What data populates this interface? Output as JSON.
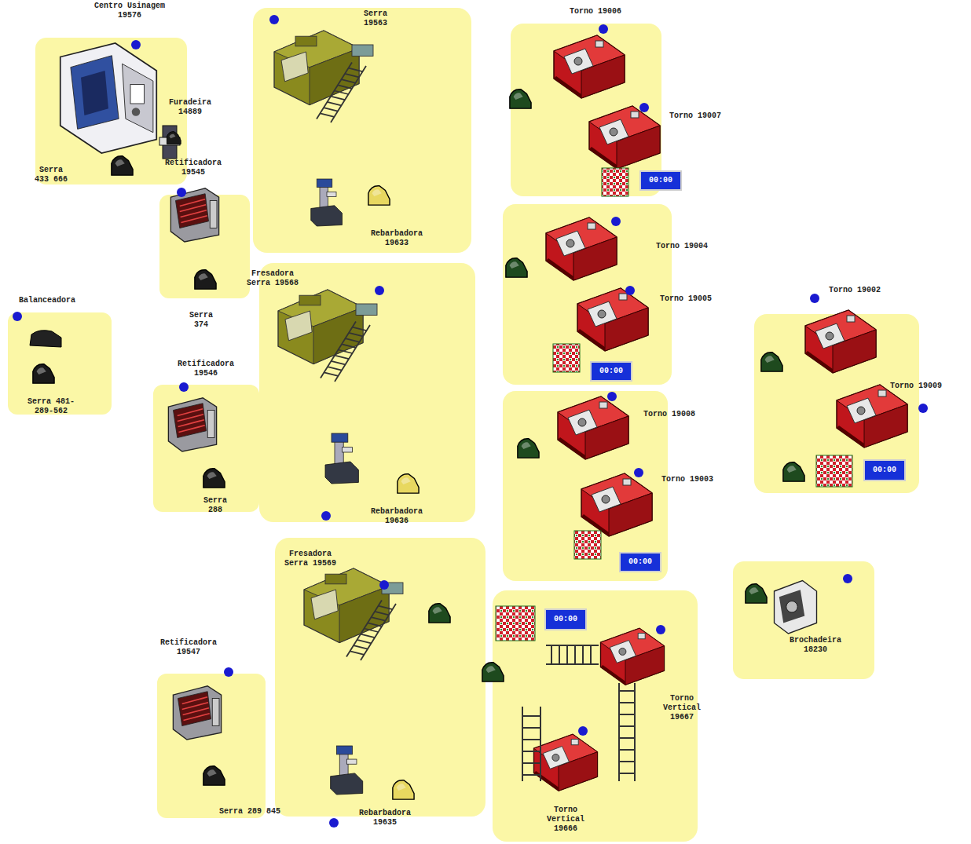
{
  "diagram": {
    "nodes": [
      {
        "text": [
          "Centro Usinagem 19576",
          "Furadeira 14889",
          "Serra 433 666"
        ]
      },
      {
        "text": [
          "Serra 19563",
          "Rebarbadora 19633"
        ]
      },
      {
        "text": [
          "Torno 19006",
          "Torno 19007",
          "00:00"
        ]
      },
      {
        "text": [
          "Retificadora 19545",
          "Serra 374"
        ]
      },
      {
        "text": [
          "Fresadora Serra 19568",
          "Rebarbadora 19636"
        ]
      },
      {
        "text": [
          "Balanceadora",
          "Serra 481-289-562"
        ]
      },
      {
        "text": [
          "Retificadora 19546",
          "Serra 288"
        ]
      },
      {
        "text": [
          "Torno 19004",
          "Torno 19005",
          "00:00"
        ]
      },
      {
        "text": [
          "Torno 19002",
          "Torno 19009",
          "00:00"
        ]
      },
      {
        "text": [
          "Torno 19008",
          "Torno 19003",
          "00:00"
        ]
      },
      {
        "text": [
          "Fresadora Serra 19569",
          "Rebarbadora 19635"
        ]
      },
      {
        "text": [
          "00:00",
          "Torno Vertical 19667",
          "Torno Vertical 19666"
        ]
      },
      {
        "text": [
          "Brochadeira 18230"
        ]
      },
      {
        "text": [
          "Retificadora 19547",
          "Serra 289 845"
        ]
      }
    ]
  }
}
